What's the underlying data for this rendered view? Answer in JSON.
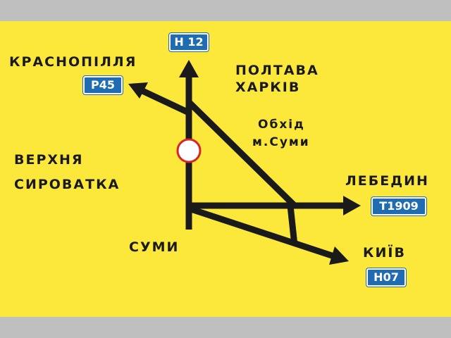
{
  "labels": {
    "krasnopillia": "КРАСНОПІЛЛЯ",
    "poltava": "ПОЛТАВА",
    "kharkiv": "ХАРКІВ",
    "obkhid": "Обхід",
    "m_sumy": "м.Суми",
    "verkhnia": "ВЕРХНЯ",
    "syrovatka": "СИРОВАТКА",
    "lebedyn": "ЛЕБЕДИН",
    "sumy": "СУМИ",
    "kyiv": "КИЇВ"
  },
  "plates": {
    "h12": "Н 12",
    "p45": "Р45",
    "t1909": "Т1909",
    "h07": "Н07"
  },
  "colors": {
    "sign_background": "#fce83a",
    "road": "#1a1a1a",
    "plate_blue": "#1f6cb3",
    "city_marker_red": "#d7242a",
    "frame_grey": "#bfbfbf"
  },
  "icons": {
    "city_marker": "red-ring-circle"
  }
}
